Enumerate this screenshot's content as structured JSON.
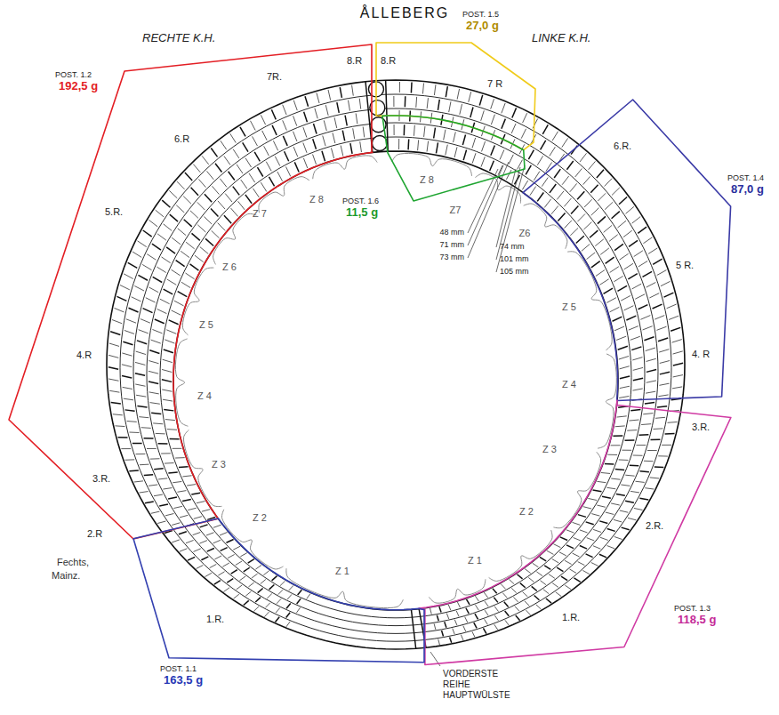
{
  "diagram": {
    "title": "ÅLLEBERG",
    "nodes": [
      {
        "text": [
          "POST. 1.5",
          "27,0 g"
        ]
      },
      {
        "text": [
          "POST. 1.2",
          "192,5 g"
        ]
      },
      {
        "text": [
          "POST. 1.4",
          "87,0 g"
        ]
      },
      {
        "text": [
          "POST. 1.6",
          "11,5 g"
        ]
      },
      {
        "text": [
          "POST. 1.3",
          "118,5 g"
        ]
      },
      {
        "text": [
          "POST. 1.1",
          "163,5 g"
        ]
      }
    ],
    "labels": [
      "RECHTE K.H.",
      "LINKE K.H.",
      "8.R",
      "7R.",
      "6.R",
      "5.R.",
      "4.R",
      "3.R.",
      "2.R",
      "1.R.",
      "8.R",
      "7 R",
      "6.R.",
      "5 R.",
      "4. R",
      "3.R.",
      "2.R.",
      "1.R.",
      "Z 8",
      "Z 7",
      "Z 6",
      "Z 5",
      "Z 4",
      "Z 3",
      "Z 2",
      "Z 1",
      "Z 8",
      "Z7",
      "Z6",
      "Z 5",
      "Z 4",
      "Z 3",
      "Z 2",
      "Z 1",
      "48 mm",
      "71 mm",
      "73 mm",
      "74 mm",
      "101 mm",
      "105 mm",
      "VORDERSTE REIHE HAUPTWÜLSTE",
      "Fechts,",
      "Mainz."
    ]
  }
}
